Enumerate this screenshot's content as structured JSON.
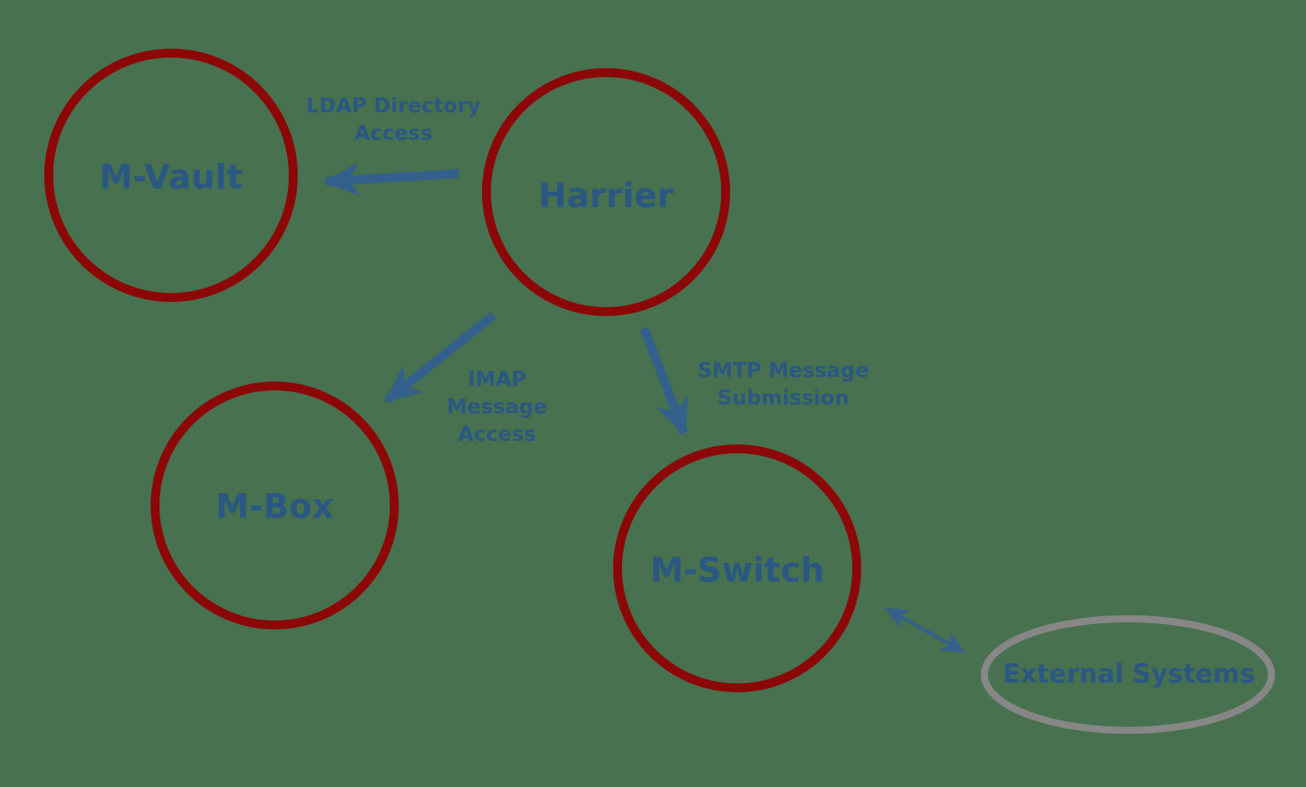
{
  "colors": {
    "background": "#47714F",
    "node_border": "#8C0707",
    "external_border": "#878787",
    "label_text": "#2B5883",
    "arrow": "#33608C"
  },
  "nodes": {
    "m_vault": {
      "label": "M-Vault"
    },
    "harrier": {
      "label": "Harrier"
    },
    "m_box": {
      "label": "M-Box"
    },
    "m_switch": {
      "label": "M-Switch"
    },
    "external_systems": {
      "label": "External Systems"
    }
  },
  "edges": {
    "ldap": {
      "from": "Harrier",
      "to": "M-Vault",
      "label": "LDAP Directory Access",
      "direction": "one-way"
    },
    "imap": {
      "from": "Harrier",
      "to": "M-Box",
      "label": "IMAP Message Access",
      "direction": "one-way"
    },
    "smtp": {
      "from": "Harrier",
      "to": "M-Switch",
      "label": "SMTP Message Submission",
      "direction": "one-way"
    },
    "external": {
      "from": "M-Switch",
      "to": "External Systems",
      "label": "",
      "direction": "two-way"
    }
  }
}
